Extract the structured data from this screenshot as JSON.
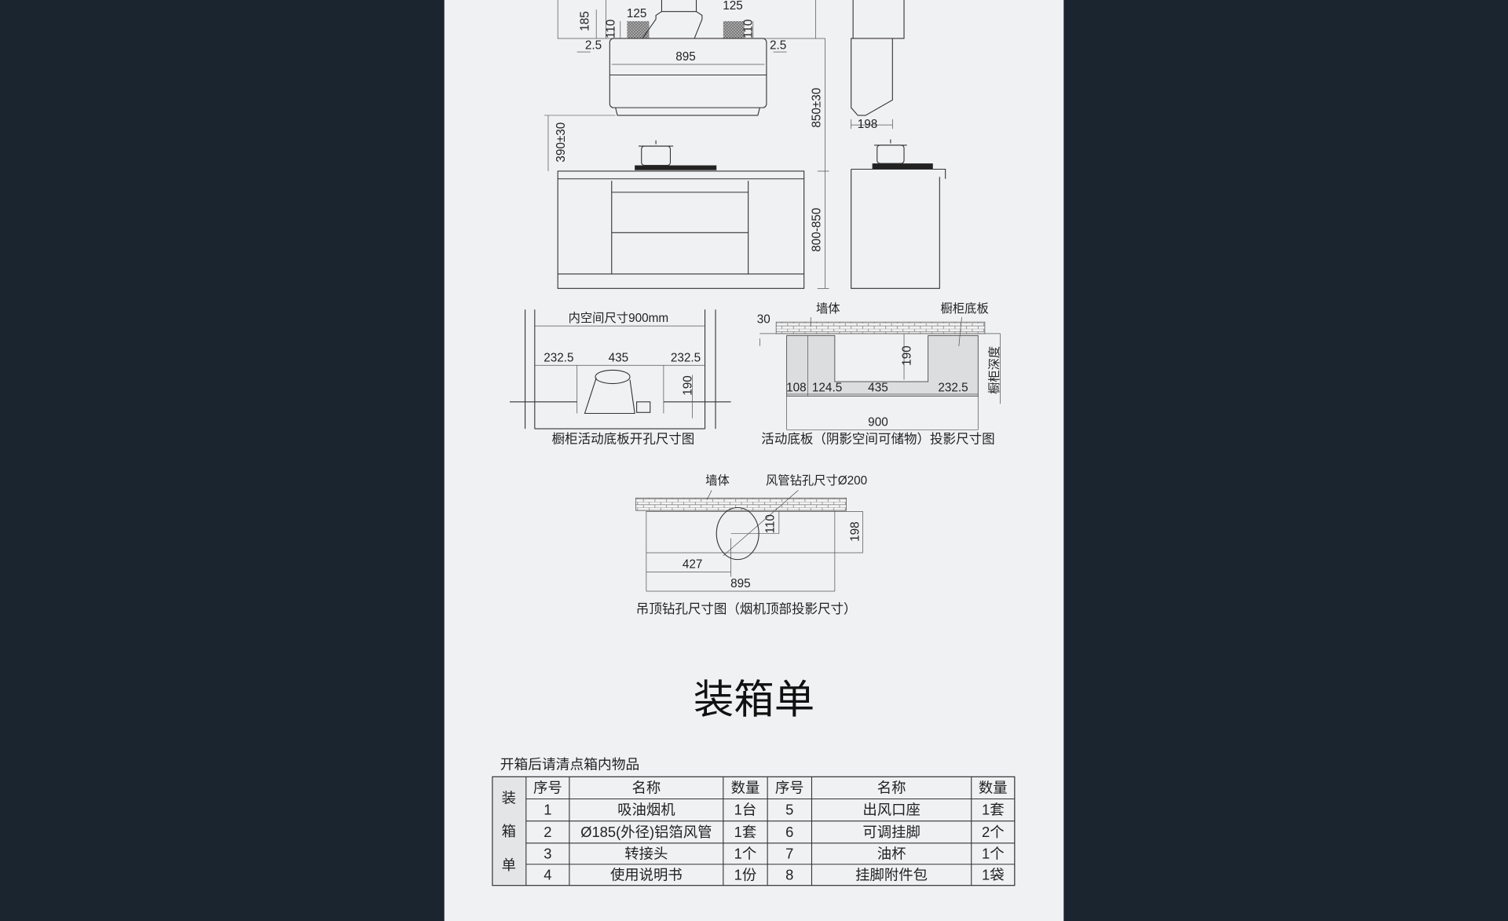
{
  "top_drawing": {
    "dims": {
      "d185": "185",
      "d110_left": "110",
      "d125_left": "125",
      "d125_right": "125",
      "d110_right": "110",
      "d25_left": "2.5",
      "d25_right": "2.5",
      "d895": "895",
      "d850": "850±30",
      "d390": "390±30",
      "d800": "800-850",
      "d198": "198"
    }
  },
  "cabinet_hole": {
    "inner": "内空间尺寸900mm",
    "a": "232.5",
    "b": "435",
    "c": "232.5",
    "h": "190",
    "caption": "橱柜活动底板开孔尺寸图"
  },
  "projection": {
    "wall": "墙体",
    "board": "橱柜底板",
    "t30": "30",
    "a": "108",
    "b": "124.5",
    "c": "435",
    "d": "232.5",
    "h": "190",
    "depth": "橱柜深度",
    "w": "900",
    "caption": "活动底板（阴影空间可储物）投影尺寸图"
  },
  "ceiling": {
    "wall": "墙体",
    "hole": "风管钻孔尺寸Ø200",
    "h110": "110",
    "h198": "198",
    "w427": "427",
    "w895": "895",
    "caption": "吊顶钻孔尺寸图（烟机顶部投影尺寸）"
  },
  "packing": {
    "title": "装箱单",
    "subtitle": "开箱后请清点箱内物品",
    "side_label": [
      "装",
      "箱",
      "单"
    ],
    "headers": [
      "序号",
      "名称",
      "数量",
      "序号",
      "名称",
      "数量"
    ],
    "rows": [
      [
        "1",
        "吸油烟机",
        "1台",
        "5",
        "出风口座",
        "1套"
      ],
      [
        "2",
        "Ø185(外径)铝箔风管",
        "1套",
        "6",
        "可调挂脚",
        "2个"
      ],
      [
        "3",
        "转接头",
        "1个",
        "7",
        "油杯",
        "1个"
      ],
      [
        "4",
        "使用说明书",
        "1份",
        "8",
        "挂脚附件包",
        "1袋"
      ]
    ]
  },
  "colors": {
    "background": "#1b2530",
    "panel": "#f0f1f3",
    "line": "#333333"
  }
}
